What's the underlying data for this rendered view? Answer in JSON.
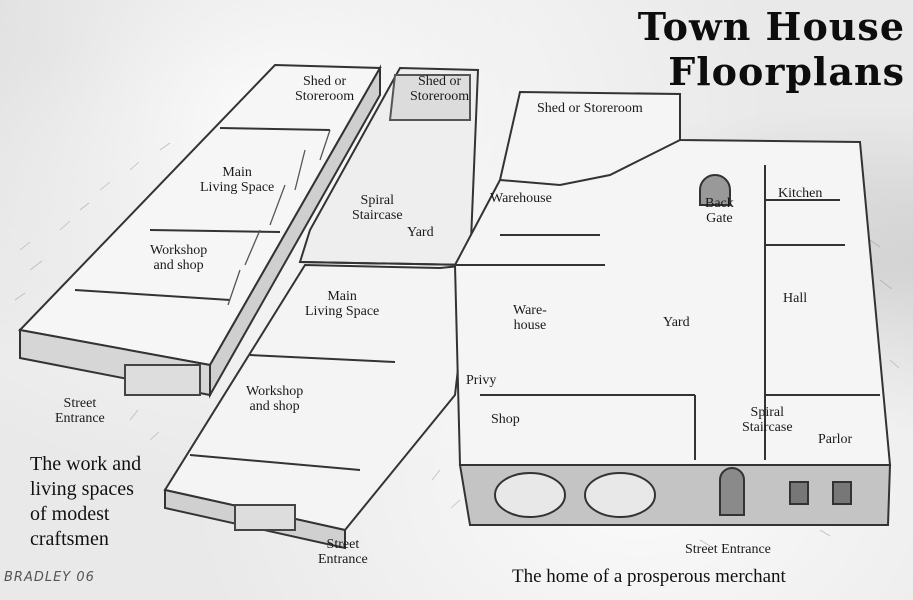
{
  "title": "Town House Floorplans",
  "captions": {
    "craftsmen": "The work and\nliving spaces\nof modest\ncraftsmen",
    "merchant": "The home of a prosperous merchant"
  },
  "signature": "BRADLEY 06",
  "craftsman_house_1": {
    "shed": "Shed or\nStoreroom",
    "living": "Main\nLiving Space",
    "workshop": "Workshop\nand shop",
    "entrance": "Street\nEntrance"
  },
  "craftsman_house_2": {
    "shed": "Shed or\nStoreroom",
    "staircase": "Spiral\nStaircase",
    "yard": "Yard",
    "living": "Main\nLiving Space",
    "workshop": "Workshop\nand shop",
    "entrance": "Street\nEntrance"
  },
  "merchant_house": {
    "shed": "Shed or Storeroom",
    "warehouse": "Warehouse",
    "warehouse2": "Ware-\nhouse",
    "back_gate": "Back\nGate",
    "kitchen": "Kitchen",
    "yard": "Yard",
    "hall": "Hall",
    "privy": "Privy",
    "shop": "Shop",
    "staircase": "Spiral\nStaircase",
    "parlor": "Parlor",
    "entrance": "Street Entrance"
  },
  "colors": {
    "paper": "#e9e9e9",
    "ink": "#111111",
    "timber": "#6e6e6e",
    "stone": "#bdbdbd",
    "floor": "#f4f4f4"
  }
}
